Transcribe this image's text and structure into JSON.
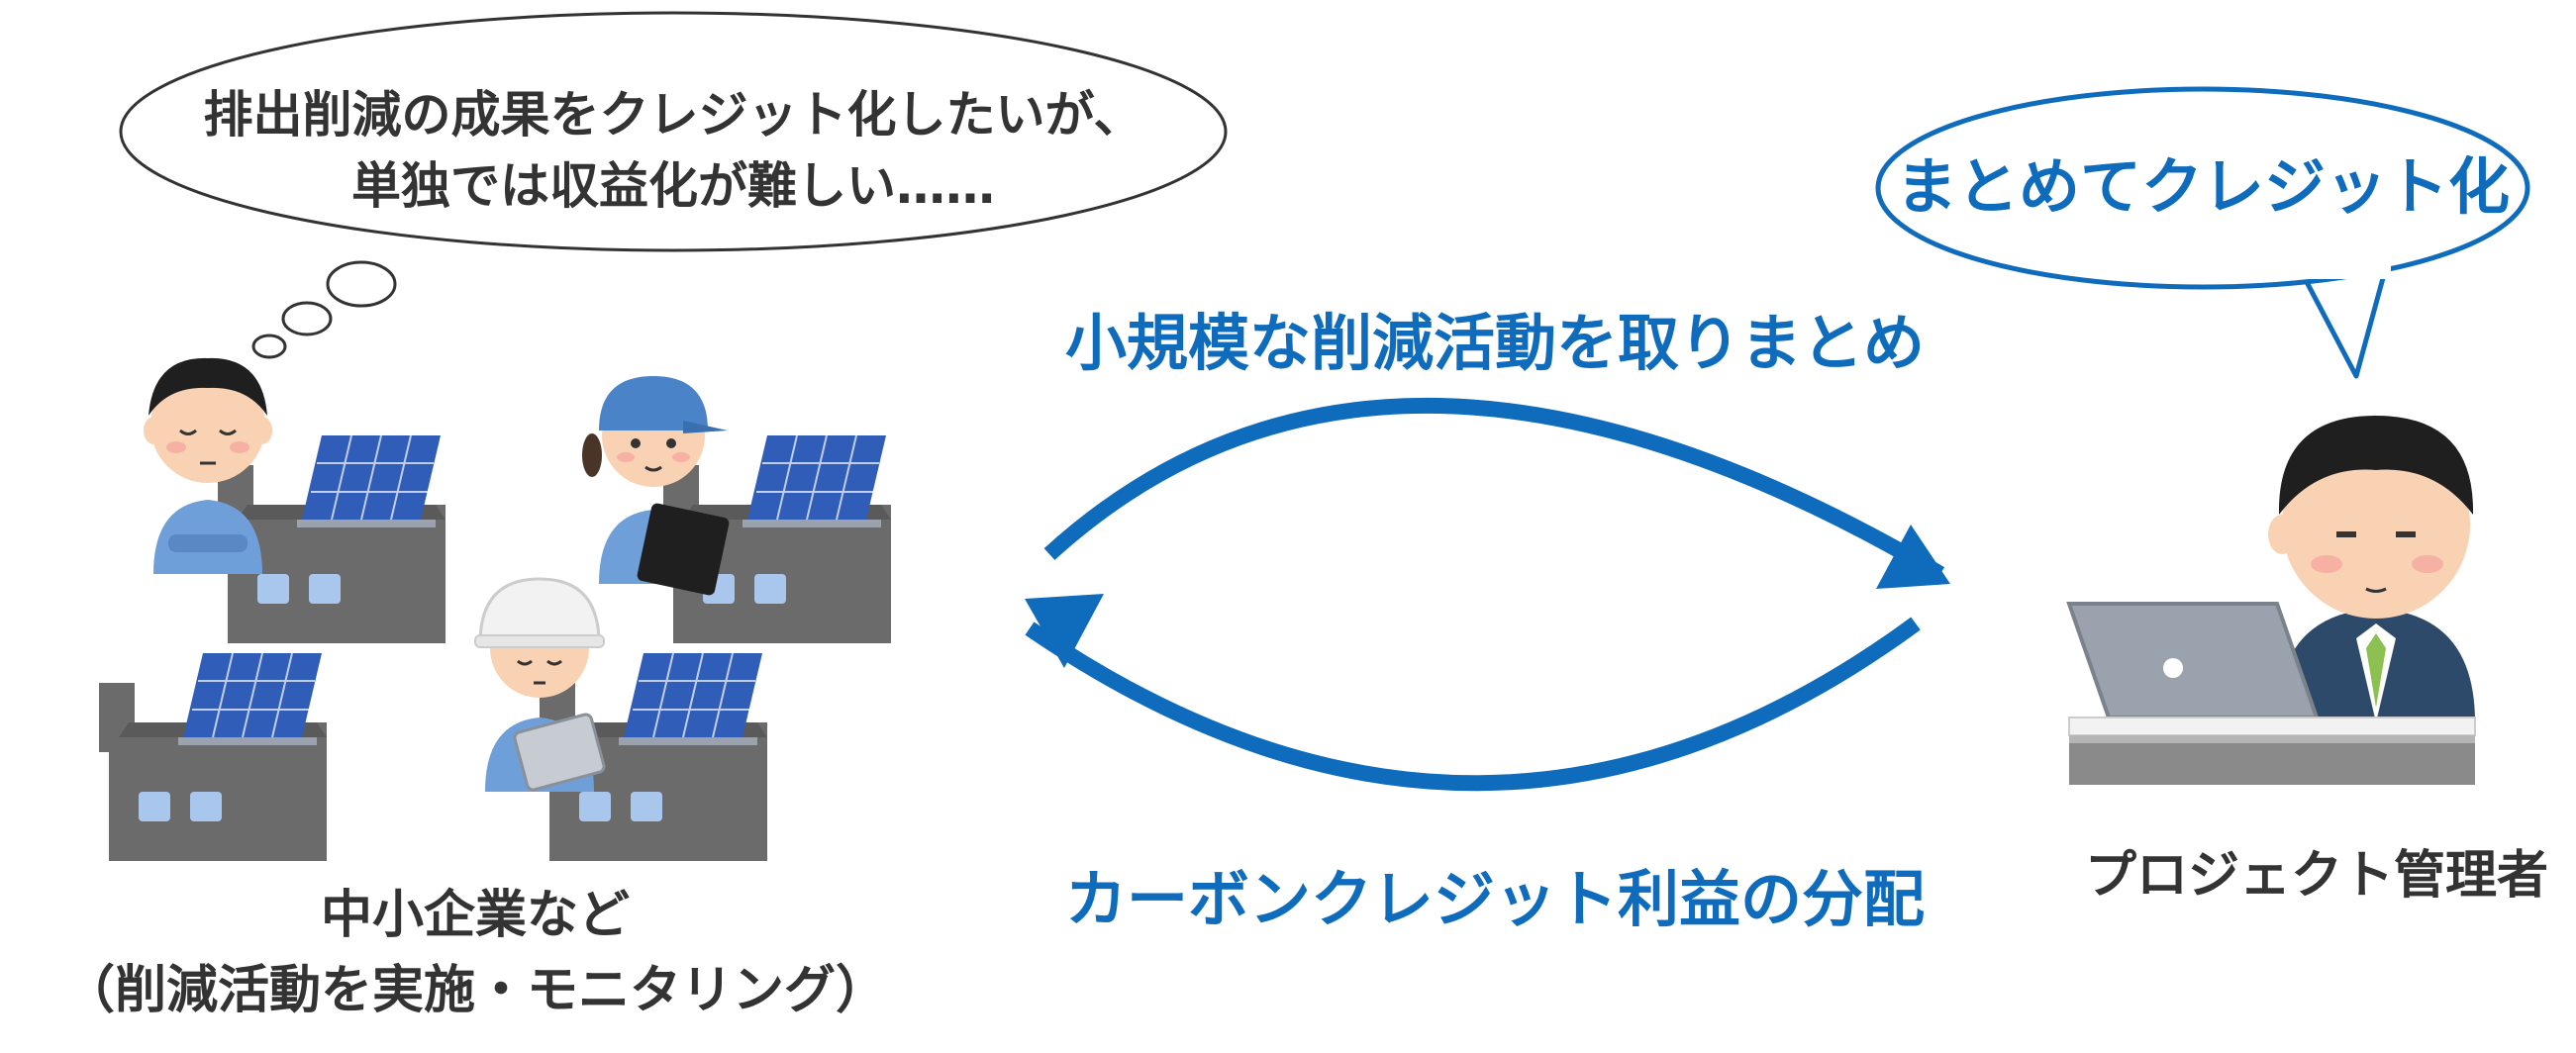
{
  "thought_bubble": {
    "line1": "排出削減の成果をクレジット化したいが、",
    "line2": "単独では収益化が難しい……"
  },
  "speech_bubble": {
    "text": "まとめてクレジット化"
  },
  "arrow_top_label": "小規模な削減活動を取りまとめ",
  "arrow_bottom_label": "カーボンクレジット利益の分配",
  "left_caption": {
    "line1": "中小企業など",
    "line2": "（削減活動を実施・モニタリング）"
  },
  "right_caption": "プロジェクト管理者",
  "colors": {
    "accent_blue": "#0f6cbd",
    "text_dark": "#333333",
    "building_gray": "#6b6b6b",
    "panel_blue": "#2f5db8",
    "worker_blue": "#6f9fd8",
    "skin": "#f9d2b4"
  },
  "icons": [
    "worker-thinking-icon",
    "worker-clipboard-icon",
    "worker-helmet-tablet-icon",
    "solar-building-icon",
    "manager-laptop-icon"
  ]
}
